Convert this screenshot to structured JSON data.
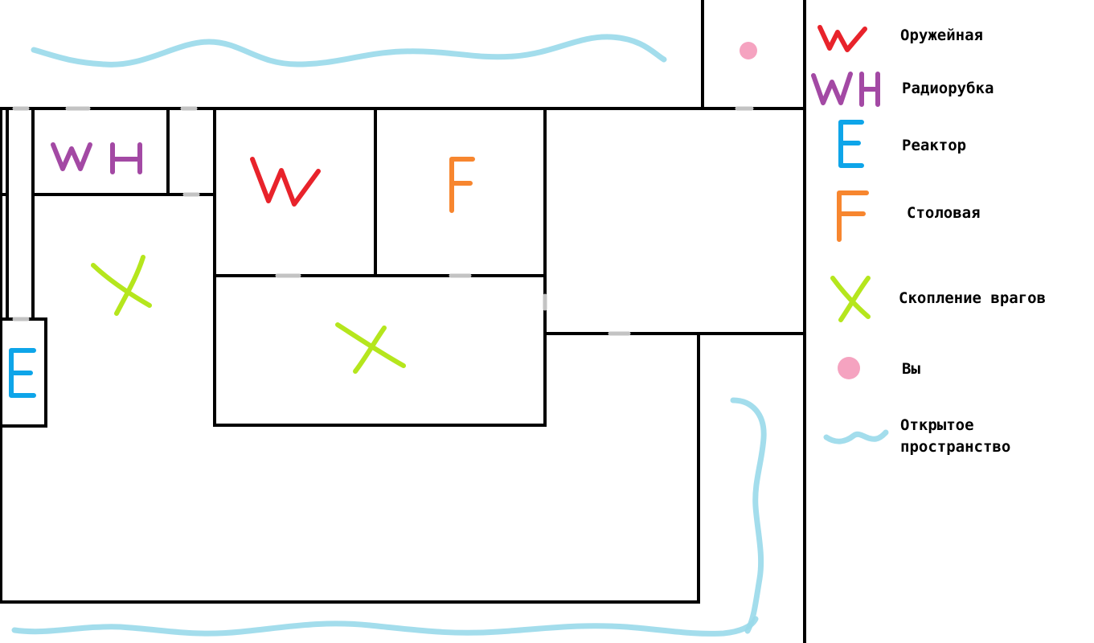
{
  "legend": {
    "armory": "Оружейная",
    "radio_room": "Радиорубка",
    "reactor": "Реактор",
    "canteen": "Столовая",
    "enemy_cluster": "Скопление врагов",
    "you": "Вы",
    "open_space_line1": "Открытое",
    "open_space_line2": "пространство"
  },
  "colors": {
    "armory": "#e8232b",
    "radio_room": "#a349a4",
    "reactor": "#0ea5e9",
    "canteen": "#f7862f",
    "enemy": "#b5e61d",
    "you": "#f5a3c0",
    "open_space": "#99d9ea",
    "door": "#c3c3c3",
    "wall": "#000000"
  },
  "icons": {
    "armory": "W",
    "radio_room": "WH",
    "reactor": "E",
    "canteen": "F",
    "enemy_cluster": "X",
    "you": "dot",
    "open_space": "wave"
  }
}
